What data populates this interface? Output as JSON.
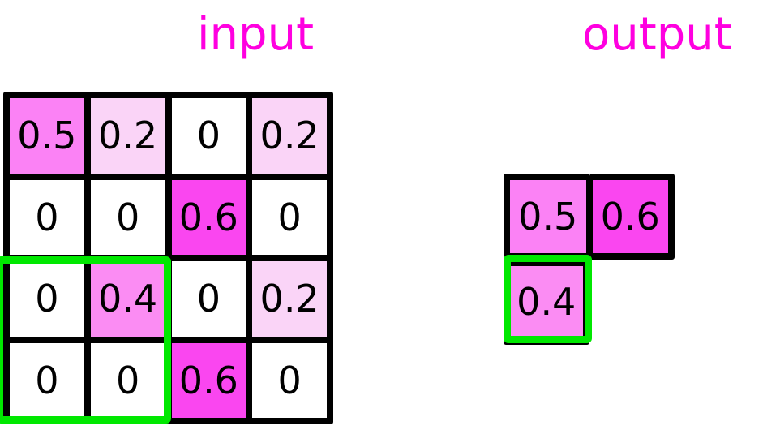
{
  "panels": {
    "input_title": "input",
    "output_title": "output"
  },
  "colors": {
    "accent_title": "#ff00e0",
    "grid_border": "#000000",
    "selection": "#00e800",
    "background": "#ffffff",
    "zero_cell": "#ffffff",
    "v02": "#fad4f7",
    "v04": "#fb8cf3",
    "v05": "#fb82f5",
    "v06": "#fa46f0"
  },
  "input_grid": {
    "rows": 4,
    "cols": 4,
    "cells": [
      [
        {
          "value": "0.5",
          "color": "#fb82f5"
        },
        {
          "value": "0.2",
          "color": "#fad4f7"
        },
        {
          "value": "0",
          "color": "#ffffff"
        },
        {
          "value": "0.2",
          "color": "#fad4f7"
        }
      ],
      [
        {
          "value": "0",
          "color": "#ffffff"
        },
        {
          "value": "0",
          "color": "#ffffff"
        },
        {
          "value": "0.6",
          "color": "#fa46f0"
        },
        {
          "value": "0",
          "color": "#ffffff"
        }
      ],
      [
        {
          "value": "0",
          "color": "#ffffff"
        },
        {
          "value": "0.4",
          "color": "#fb8cf3"
        },
        {
          "value": "0",
          "color": "#ffffff"
        },
        {
          "value": "0.2",
          "color": "#fad4f7"
        }
      ],
      [
        {
          "value": "0",
          "color": "#ffffff"
        },
        {
          "value": "0",
          "color": "#ffffff"
        },
        {
          "value": "0.6",
          "color": "#fa46f0"
        },
        {
          "value": "0",
          "color": "#ffffff"
        }
      ]
    ],
    "selection": {
      "row_start": 3,
      "row_end": 4,
      "col_start": 1,
      "col_end": 2
    }
  },
  "output_grid": {
    "rows": 2,
    "cols": 2,
    "cells": [
      [
        {
          "value": "0.5",
          "color": "#fb82f5",
          "present": true
        },
        {
          "value": "0.6",
          "color": "#fa46f0",
          "present": true
        }
      ],
      [
        {
          "value": "0.4",
          "color": "#fb8cf3",
          "present": true
        },
        {
          "value": "",
          "color": "#ffffff",
          "present": false
        }
      ]
    ],
    "selection": {
      "row": 2,
      "col": 1
    }
  },
  "chart_data": {
    "type": "heatmap",
    "title": "",
    "panels": [
      {
        "name": "input",
        "shape": [
          4,
          4
        ],
        "values": [
          [
            0.5,
            0.2,
            0.0,
            0.2
          ],
          [
            0.0,
            0.0,
            0.6,
            0.0
          ],
          [
            0.0,
            0.4,
            0.0,
            0.2
          ],
          [
            0.0,
            0.0,
            0.6,
            0.0
          ]
        ],
        "highlight_window": {
          "rows": [
            3,
            4
          ],
          "cols": [
            1,
            2
          ]
        }
      },
      {
        "name": "output",
        "shape": [
          2,
          2
        ],
        "values": [
          [
            0.5,
            0.6
          ],
          [
            0.4,
            null
          ]
        ],
        "highlight_cell": {
          "row": 2,
          "col": 1
        }
      }
    ],
    "colormap": "white-to-magenta",
    "vmin": 0,
    "vmax": 0.6,
    "xlabel": "",
    "ylabel": "",
    "grid": true,
    "legend": "none"
  }
}
